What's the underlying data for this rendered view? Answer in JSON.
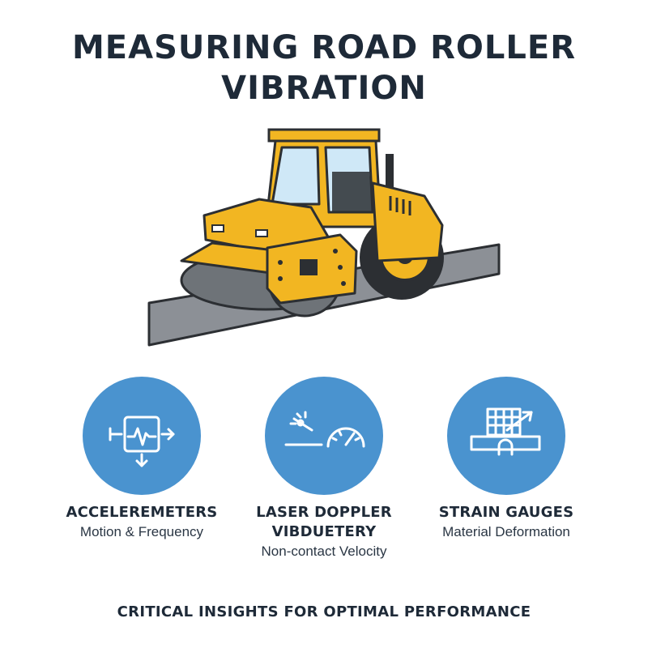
{
  "title": {
    "line1": "MEASURING ROAD ROLLER",
    "line2": "VIBRATION"
  },
  "illustration": {
    "subject": "road-roller-icon",
    "colors": {
      "body": "#f2b622",
      "outline": "#2c2f33",
      "glass": "#cfe8f7",
      "road": "#8c9096",
      "drum": "#6e7378"
    }
  },
  "methods": [
    {
      "name": "ACCELEREMETERS",
      "description": "Motion & Frequency",
      "icon": "accelerometer-icon"
    },
    {
      "name_line1": "LASER DOPPLER",
      "name_line2": "VIBDUETERY",
      "description": "Non-contact Velocity",
      "icon": "laser-doppler-icon"
    },
    {
      "name": "STRAIN GAUGES",
      "description": "Material Deformation",
      "icon": "strain-gauge-icon"
    }
  ],
  "footer": "CRITICAL INSIGHTS FOR OPTIMAL PERFORMANCE",
  "colors": {
    "accent": "#4a93cf",
    "text": "#1e2a38"
  }
}
